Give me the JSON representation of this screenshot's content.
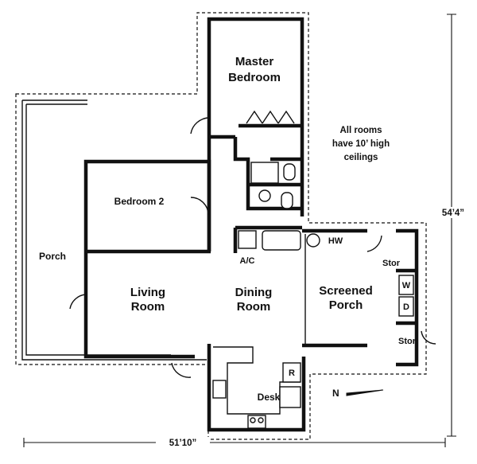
{
  "rooms": {
    "master_bedroom": [
      "Master",
      "Bedroom"
    ],
    "bedroom_2": "Bedroom 2",
    "porch": "Porch",
    "living_room": [
      "Living",
      "Room"
    ],
    "dining_room": [
      "Dining",
      "Room"
    ],
    "screened_porch": [
      "Screened",
      "Porch"
    ],
    "ac": "A/C",
    "hw": "HW",
    "stor_upper": "Stor",
    "stor_lower": "Stor",
    "washer": "W",
    "dryer": "D",
    "refrigerator": "R",
    "desk": "Desk"
  },
  "note": [
    "All rooms",
    "have 10’ high",
    "ceilings"
  ],
  "north": "N",
  "dimensions": {
    "width": "51’10”",
    "height": "54’4”"
  }
}
